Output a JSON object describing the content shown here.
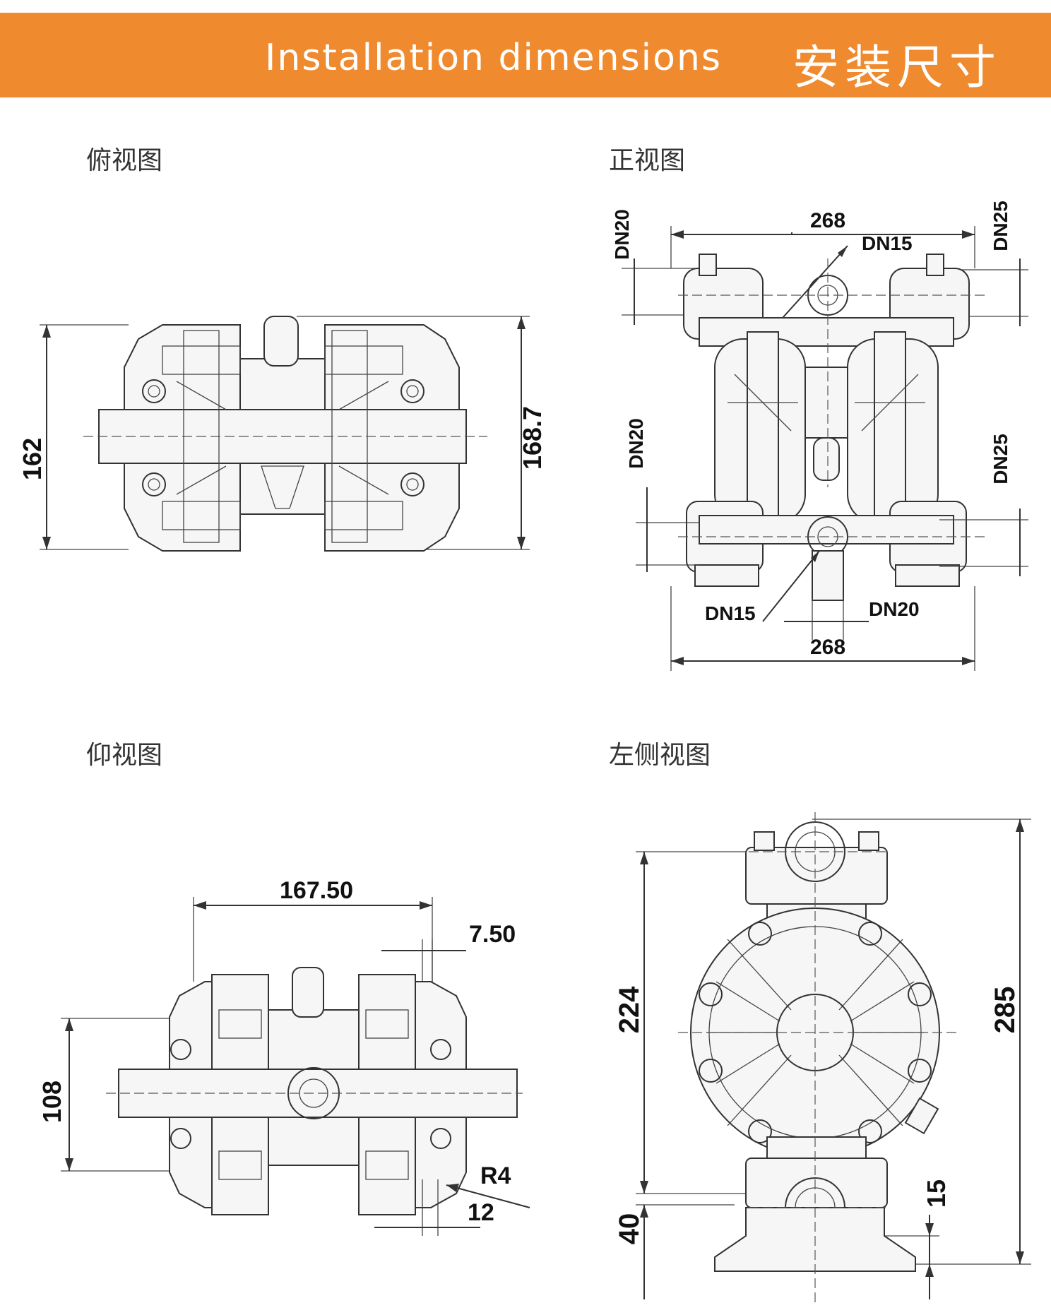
{
  "header": {
    "title_en": "Installation dimensions",
    "title_zh": "安装尺寸",
    "background": "#f08a2e"
  },
  "views": {
    "top": {
      "label": "俯视图",
      "dims": {
        "height": "162",
        "height_full": "168.7"
      }
    },
    "front": {
      "label": "正视图",
      "dims": {
        "width_top": "268",
        "width_bottom": "268",
        "dn15_top": "DN15",
        "dn15_bottom": "DN15",
        "dn20_left_top": "DN20",
        "dn20_left_bottom": "DN20",
        "dn25_right_top": "DN25",
        "dn25_right_bottom": "DN25",
        "dn20_bottom": "DN20"
      }
    },
    "bottom": {
      "label": "仰视图",
      "dims": {
        "width": "167.50",
        "offset": "7.50",
        "height": "108",
        "radius": "R4",
        "slot": "12"
      }
    },
    "side": {
      "label": "左侧视图",
      "dims": {
        "inner_height": "224",
        "total_height": "285",
        "base": "40",
        "foot": "15"
      }
    }
  }
}
